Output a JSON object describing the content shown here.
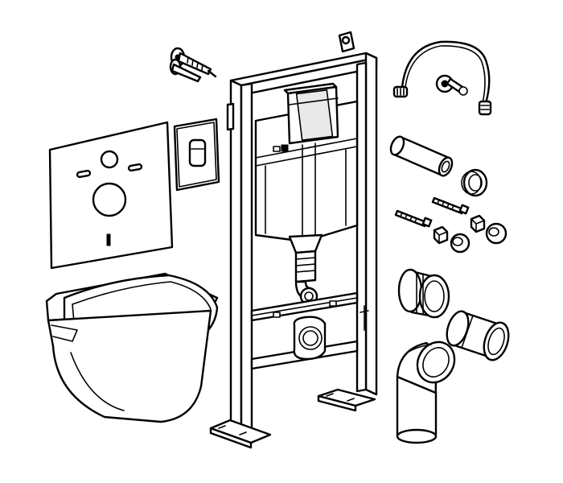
{
  "diagram": {
    "kind": "exploded-parts-view",
    "line_color": "#000000",
    "background": "#ffffff",
    "parts": [
      {
        "name": "wall-bracket-anchors"
      },
      {
        "name": "soundproofing-mat"
      },
      {
        "name": "flush-plate"
      },
      {
        "name": "installation-frame"
      },
      {
        "name": "concealed-cistern"
      },
      {
        "name": "wall-hung-toilet"
      },
      {
        "name": "water-supply-hose"
      },
      {
        "name": "flush-pipe"
      },
      {
        "name": "pipe-seal-ring"
      },
      {
        "name": "threaded-mounting-rods"
      },
      {
        "name": "fixing-nuts-and-caps"
      },
      {
        "name": "drain-connector"
      },
      {
        "name": "straight-waste-pipe"
      },
      {
        "name": "elbow-waste-pipe"
      }
    ]
  }
}
